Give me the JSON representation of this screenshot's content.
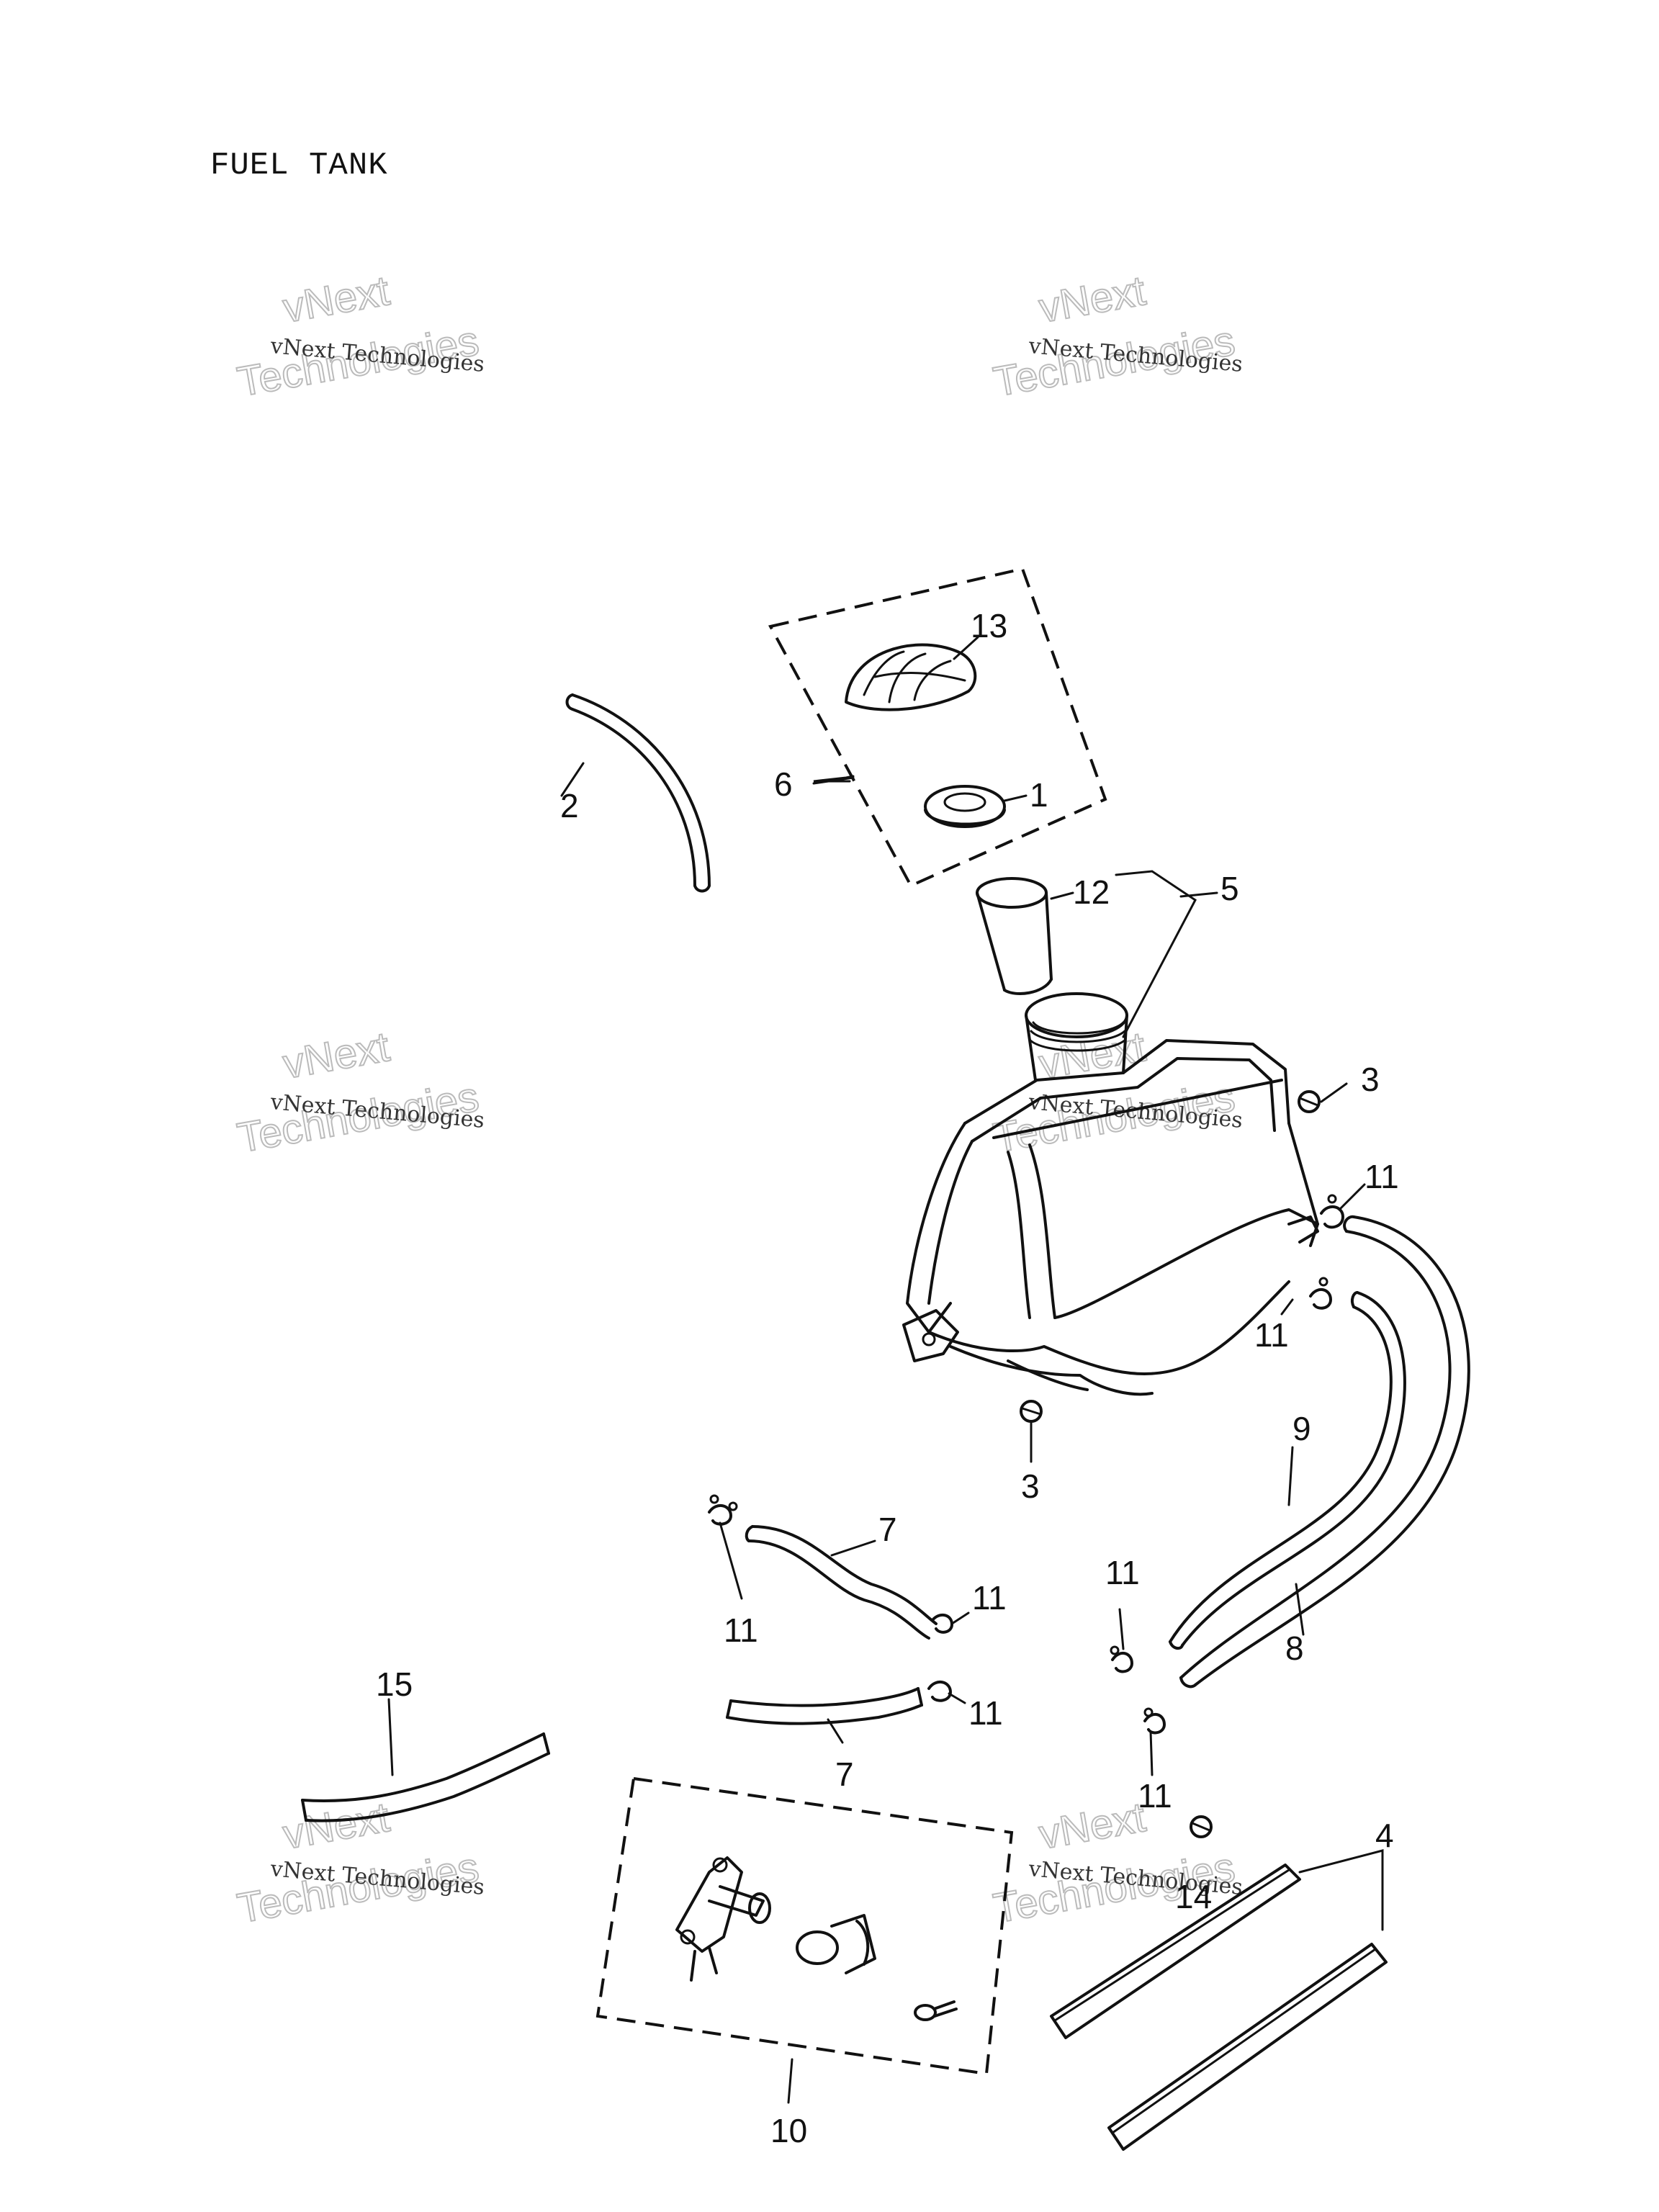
{
  "title": "FUEL TANK",
  "watermark": {
    "line_small": "vNext Technologies",
    "line_big_1": "vNext",
    "line_big_2": "Technologies"
  },
  "callouts": [
    {
      "id": "c1",
      "text": "1"
    },
    {
      "id": "c2",
      "text": "2"
    },
    {
      "id": "c3a",
      "text": "3"
    },
    {
      "id": "c3b",
      "text": "3"
    },
    {
      "id": "c4",
      "text": "4"
    },
    {
      "id": "c5",
      "text": "5"
    },
    {
      "id": "c6",
      "text": "6"
    },
    {
      "id": "c7a",
      "text": "7"
    },
    {
      "id": "c7b",
      "text": "7"
    },
    {
      "id": "c8",
      "text": "8"
    },
    {
      "id": "c9",
      "text": "9"
    },
    {
      "id": "c10",
      "text": "10"
    },
    {
      "id": "c11a",
      "text": "11"
    },
    {
      "id": "c11b",
      "text": "11"
    },
    {
      "id": "c11c",
      "text": "11"
    },
    {
      "id": "c11d",
      "text": "11"
    },
    {
      "id": "c11e",
      "text": "11"
    },
    {
      "id": "c11f",
      "text": "11"
    },
    {
      "id": "c11g",
      "text": "11"
    },
    {
      "id": "c12",
      "text": "12"
    },
    {
      "id": "c13",
      "text": "13"
    },
    {
      "id": "c14",
      "text": "14"
    },
    {
      "id": "c15",
      "text": "15"
    }
  ]
}
